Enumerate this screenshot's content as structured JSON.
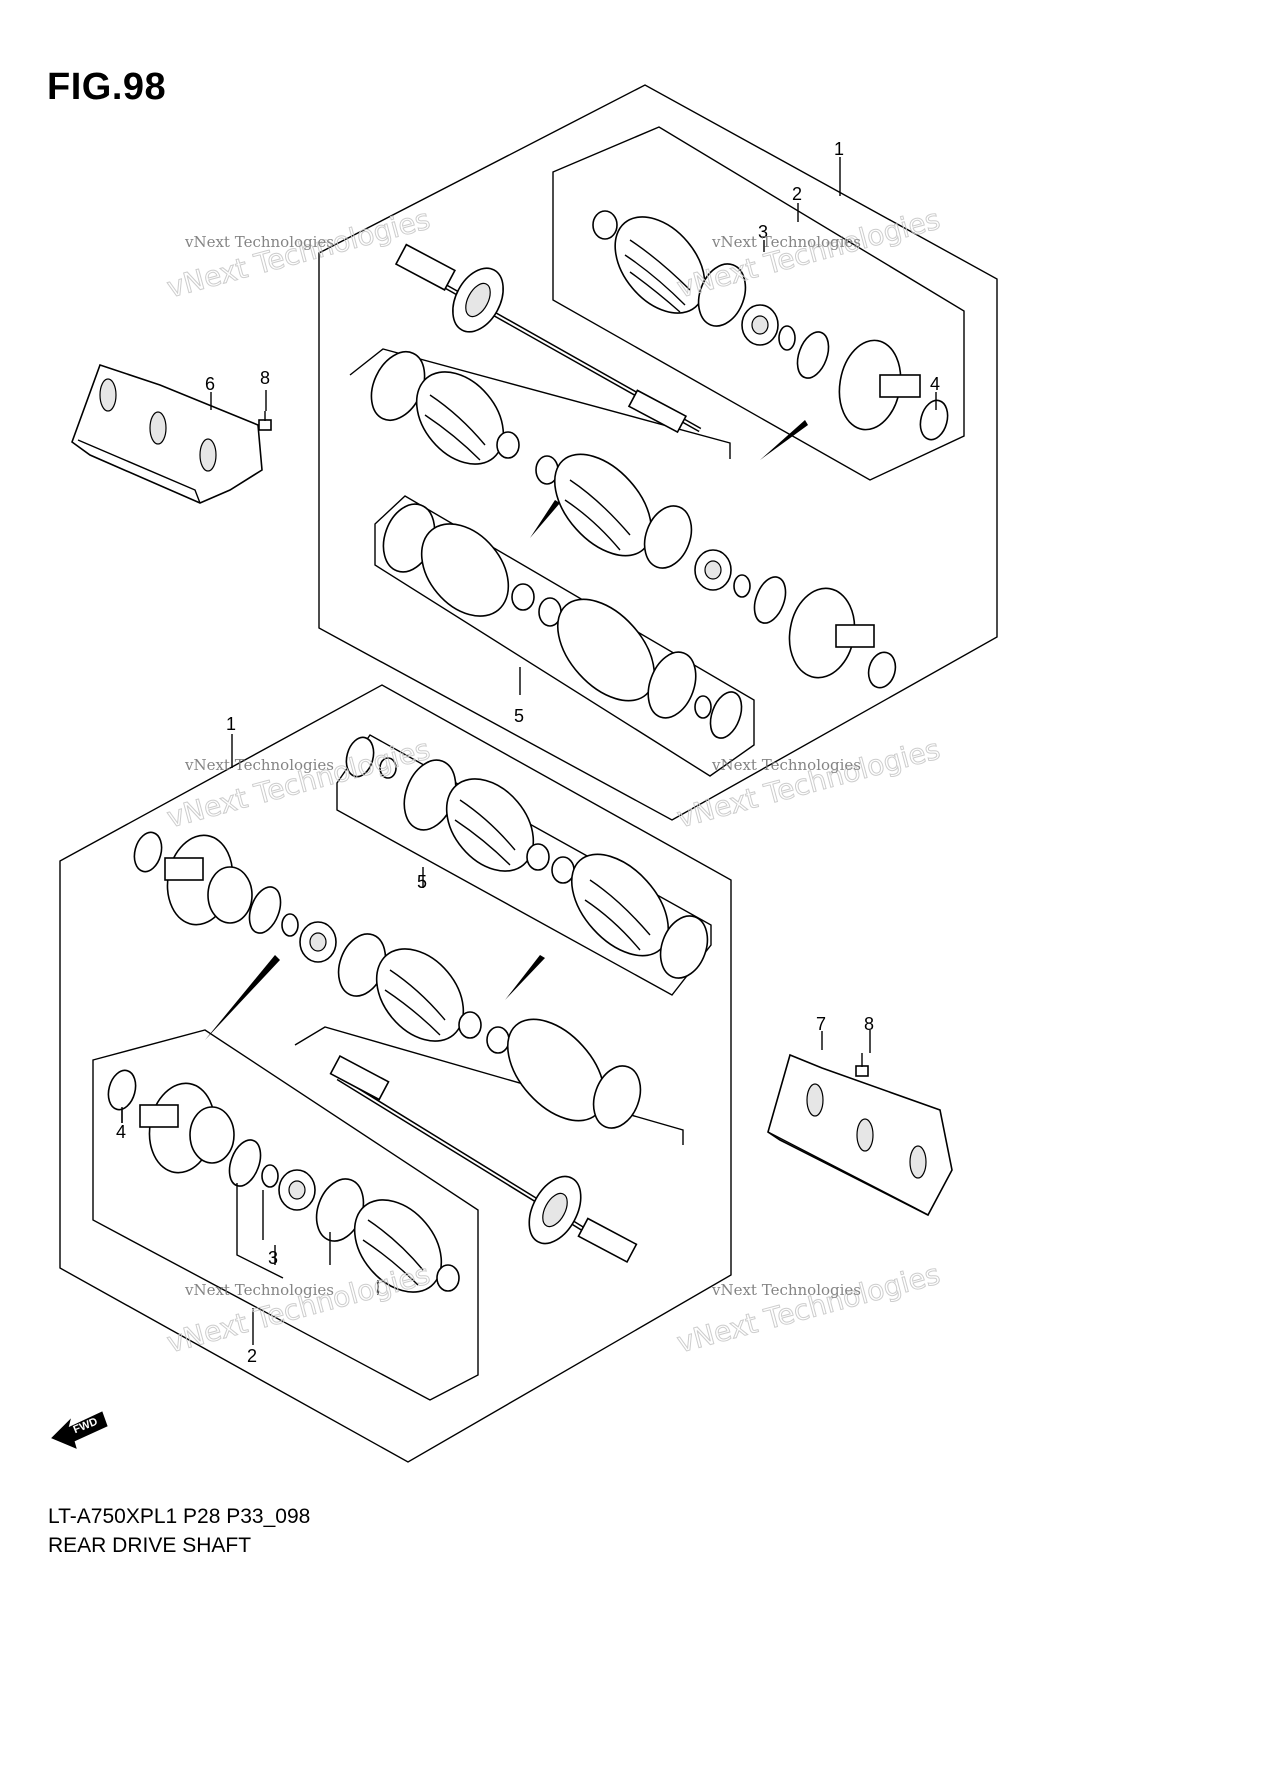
{
  "figure": {
    "title": "FIG.98",
    "model_code": "LT-A750XPL1 P28 P33_098",
    "name": "REAR DRIVE SHAFT"
  },
  "callouts": {
    "top_1": "1",
    "top_2": "2",
    "top_3": "3",
    "top_4": "4",
    "top_5": "5",
    "guard_6": "6",
    "bolt_8a": "8",
    "bottom_1": "1",
    "bottom_2": "2",
    "bottom_3": "3",
    "bottom_4": "4",
    "bottom_5": "5",
    "guard_7": "7",
    "bolt_8b": "8"
  },
  "watermark": {
    "small": "vNext Technologies",
    "large": "vNext Technologies"
  },
  "direction_label": "FWD"
}
